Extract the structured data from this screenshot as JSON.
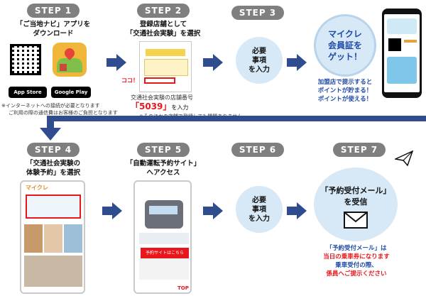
{
  "steps": {
    "s1": "STEP 1",
    "s2": "STEP 2",
    "s3": "STEP 3",
    "s4": "STEP 4",
    "s5": "STEP 5",
    "s6": "STEP 6",
    "s7": "STEP 7"
  },
  "step1": {
    "caption_line1": "「ご当地ナビ」アプリを",
    "caption_line2": "ダウンロード",
    "app_store": "App Store",
    "google_play": "Google Play",
    "note_line1": "※インターネットへの接続が必要となります",
    "note_line2": "ご利用の際の通信費はお客様のご負担となります"
  },
  "step2": {
    "caption_line1": "登録店舗として",
    "caption_line2": "「交通社会実験」を選択",
    "koko": "ココ！",
    "shop_number_label": "交通社会実験の店舗番号",
    "shop_number": "「5039」",
    "shop_number_suffix": "を入力",
    "other_shop_note": "※そのほかの店舗で登録しても問題ありません"
  },
  "step3": {
    "line1": "必要",
    "line2": "事項",
    "line3": "を入力",
    "badge_line1": "マイクレ",
    "badge_line2": "会員証を",
    "badge_line3": "ゲット！",
    "benefit_line1": "加盟店で提示すると",
    "benefit_line2": "ポイントが貯まる！",
    "benefit_line3": "ポイントが使える！"
  },
  "step4": {
    "caption_line1": "「交通社会実験の",
    "caption_line2": "体験予約」を選択",
    "app_name": "マイクレ"
  },
  "step5": {
    "caption_line1": "「自動運転予約サイト」",
    "caption_line2": "へアクセス",
    "site_button": "予約サイトはこちら",
    "top": "TOP"
  },
  "step6": {
    "line1": "必要",
    "line2": "事項",
    "line3": "を入力"
  },
  "step7": {
    "mail_line1": "「予約受付メール」",
    "mail_line2": "を受信",
    "note_line1": "「予約受付メール」は",
    "note_line2": "当日の乗車券になります",
    "note_line3": "乗車受付の際、",
    "note_line4": "係員へご提示ください"
  },
  "colors": {
    "arrow": "#2f4d8e",
    "pill": "#7f7f7f",
    "circle": "#d7e8f6",
    "red": "#e8171b",
    "text_blue": "#1f4aa8"
  }
}
